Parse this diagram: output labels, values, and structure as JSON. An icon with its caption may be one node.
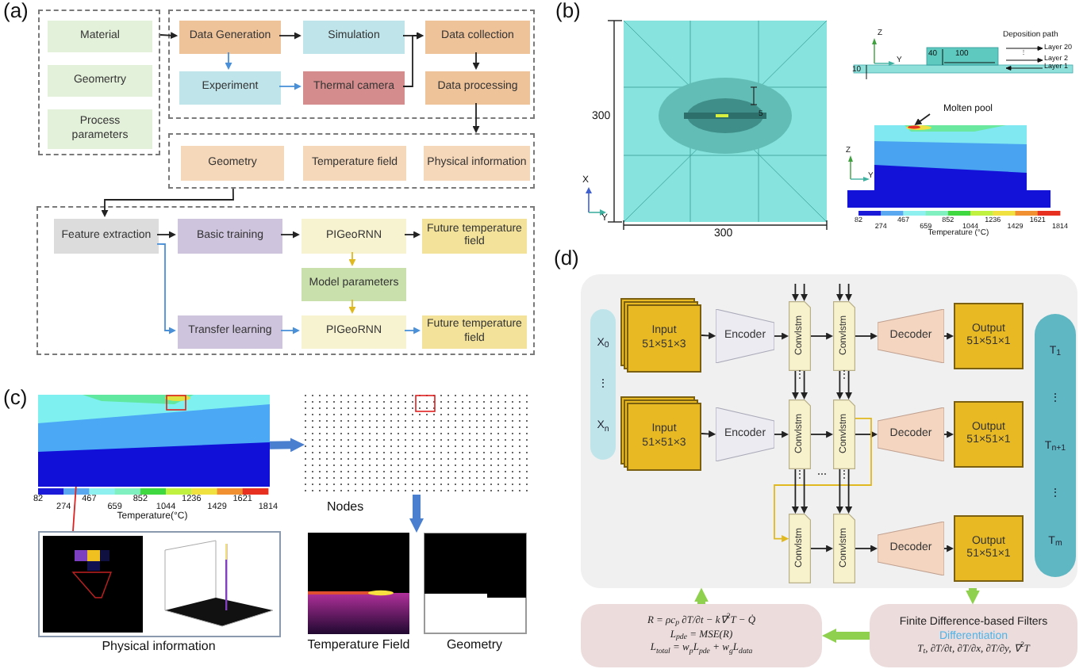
{
  "diagram": {
    "nodes": [
      {
        "text": [],
        "shape": "box"
      },
      {
        "text": [
          "Material"
        ],
        "in": 0
      },
      {
        "text": [
          "Geomertry"
        ],
        "in": 0
      },
      {
        "text": [
          "Process parameters"
        ],
        "in": 0
      },
      {
        "text": [],
        "shape": "box"
      },
      {
        "text": [
          "Data Generation"
        ],
        "in": 4
      },
      {
        "text": [
          "Simulation"
        ],
        "in": 4
      },
      {
        "text": [
          "Data collection"
        ],
        "in": 4
      },
      {
        "text": [
          "Experiment"
        ],
        "in": 4
      },
      {
        "text": [
          "Thermal camera"
        ],
        "in": 4
      },
      {
        "text": [
          "Data processing"
        ],
        "in": 4
      },
      {
        "text": [],
        "shape": "box"
      },
      {
        "text": [
          "Geometry"
        ],
        "in": 11
      },
      {
        "text": [
          "Temperature field"
        ],
        "in": 11
      },
      {
        "text": [
          "Physical information"
        ],
        "in": 11
      },
      {
        "text": [],
        "shape": "box"
      },
      {
        "text": [
          "Feature extraction"
        ],
        "in": 15
      },
      {
        "text": [
          "Basic training"
        ],
        "in": 15
      },
      {
        "text": [
          "PIGeoRNN"
        ],
        "in": 15
      },
      {
        "text": [
          "Future temperature field"
        ],
        "in": 15
      },
      {
        "text": [
          "Model parameters"
        ],
        "in": 15
      },
      {
        "text": [
          "Transfer learning"
        ],
        "in": 15
      },
      {
        "text": [
          "PIGeoRNN"
        ],
        "in": 15
      },
      {
        "text": [
          "Future temperature field"
        ],
        "in": 15
      },
      {
        "text": [],
        "shape": "picture"
      },
      {
        "text": [],
        "shape": "picture"
      },
      {
        "text": [
          "Molten pool"
        ]
      },
      {
        "text": [],
        "shape": "picture"
      },
      {
        "text": [],
        "shape": "picture",
        "beside": [
          "Nodes"
        ]
      },
      {
        "text": [],
        "shape": "picture",
        "beside": [
          "Physical information"
        ]
      },
      {
        "text": [],
        "shape": "picture",
        "beside": [
          "Temperature Field"
        ]
      },
      {
        "text": [],
        "shape": "picture",
        "beside": [
          "Geometry"
        ]
      },
      {
        "text": [],
        "shape": "box"
      },
      {
        "text": [
          "X$_{0}$",
          "⋮",
          "X$_{n}$"
        ],
        "in": 32
      },
      {
        "text": [
          "Input 51×51×3"
        ],
        "in": 32
      },
      {
        "text": [
          "Encoder"
        ],
        "in": 32
      },
      {
        "text": [
          "Convlstm"
        ],
        "in": 32
      },
      {
        "text": [
          "Convlstm"
        ],
        "in": 32
      },
      {
        "text": [
          "Decoder"
        ],
        "in": 32
      },
      {
        "text": [
          "Output 51×51×1"
        ],
        "in": 32
      },
      {
        "text": [
          "Input 51×51×3"
        ],
        "in": 32
      },
      {
        "text": [
          "Encoder"
        ],
        "in": 32
      },
      {
        "text": [
          "Convlstm"
        ],
        "in": 32
      },
      {
        "text": [
          "Convlstm"
        ],
        "in": 32
      },
      {
        "text": [
          "Decoder"
        ],
        "in": 32
      },
      {
        "text": [
          "Output 51×51×1"
        ],
        "in": 32
      },
      {
        "text": [
          "Convlstm"
        ],
        "in": 32
      },
      {
        "text": [
          "Convlstm"
        ],
        "in": 32
      },
      {
        "text": [
          "Decoder"
        ],
        "in": 32
      },
      {
        "text": [
          "Output 51×51×1"
        ],
        "in": 32
      },
      {
        "text": [
          "T$_{1}$",
          "⋮",
          "T$_{n+1}$",
          "⋮",
          "T$_{m}$"
        ],
        "in": 32
      },
      {
        "text": [
          "R = ρc$_{p}$ ∂T/∂t − k∇$^{2}$T − Q̇",
          "L$_{pde}$ = MSE(R)",
          "L$_{total}$ = w$_{p}$L$_{pde}$ + w$_{g}$L$_{data}$"
        ]
      },
      {
        "text": [
          "Finite Difference-based Filters",
          "Differentiation",
          "T$_{t}$, ∂T/∂t, ∂T/∂x, ∂T/∂y, ∇$^{2}$T"
        ]
      }
    ],
    "edges": [
      {
        "from": 0,
        "to": 5,
        "arrow": "to"
      },
      {
        "from": 5,
        "to": 6,
        "arrow": "to"
      },
      {
        "from": 5,
        "to": 8,
        "arrow": "to",
        "color": "#4a90d9"
      },
      {
        "from": 8,
        "to": 9,
        "arrow": "to",
        "color": "#4a90d9"
      },
      {
        "from": 6,
        "to": 7,
        "arrow": "to"
      },
      {
        "from": 9,
        "to": 7,
        "arrow": "to"
      },
      {
        "from": 7,
        "to": 10,
        "arrow": "to"
      },
      {
        "from": 10,
        "to": 11,
        "arrow": "to"
      },
      {
        "from": 11,
        "to": 16,
        "arrow": "to"
      },
      {
        "from": 16,
        "to": 17,
        "arrow": "to"
      },
      {
        "from": 17,
        "to": 18,
        "arrow": "to"
      },
      {
        "from": 18,
        "to": 19,
        "arrow": "to"
      },
      {
        "from": 18,
        "to": 20,
        "arrow": "to",
        "color": "#e0b820"
      },
      {
        "from": 20,
        "to": 22,
        "arrow": "to",
        "color": "#e0b820"
      },
      {
        "from": 16,
        "to": 21,
        "arrow": "to",
        "color": "#4a90d9"
      },
      {
        "from": 21,
        "to": 22,
        "arrow": "to",
        "color": "#4a90d9"
      },
      {
        "from": 22,
        "to": 23,
        "arrow": "to",
        "color": "#4a90d9"
      },
      {
        "from": 26,
        "to": 25,
        "arrow": "to"
      },
      {
        "from": 27,
        "to": 28,
        "arrow": "to",
        "style": "thick",
        "color": "#4a7fd0"
      },
      {
        "from": 27,
        "to": 29,
        "arrow": "none",
        "color": "#e02020"
      },
      {
        "from": 28,
        "to": 30,
        "arrow": "to",
        "style": "thick",
        "color": "#4a7fd0"
      },
      {
        "from": 28,
        "to": 31,
        "arrow": "to",
        "style": "thick",
        "color": "#4a7fd0"
      },
      {
        "from": 34,
        "to": 35,
        "arrow": "to"
      },
      {
        "from": 35,
        "to": 36,
        "arrow": "to"
      },
      {
        "from": 36,
        "to": 37,
        "arrow": "to"
      },
      {
        "from": 37,
        "to": 38,
        "arrow": "to"
      },
      {
        "from": 38,
        "to": 39,
        "arrow": "to"
      },
      {
        "from": 40,
        "to": 41,
        "arrow": "to"
      },
      {
        "from": 41,
        "to": 42,
        "arrow": "to"
      },
      {
        "from": 42,
        "to": 43,
        "arrow": "to"
      },
      {
        "from": 43,
        "to": 44,
        "arrow": "to"
      },
      {
        "from": 44,
        "to": 45,
        "arrow": "to"
      },
      {
        "from": 46,
        "to": 47,
        "arrow": "to"
      },
      {
        "from": 47,
        "to": 48,
        "arrow": "to"
      },
      {
        "from": 48,
        "to": 49,
        "arrow": "to"
      },
      {
        "from": 43,
        "to": 46,
        "arrow": "to",
        "color": "#e0b820"
      },
      {
        "from": 51,
        "to": 32,
        "arrow": "to",
        "style": "thick",
        "color": "#8fd14f"
      },
      {
        "from": 32,
        "to": 52,
        "arrow": "to",
        "style": "thick",
        "color": "#8fd14f"
      },
      {
        "from": 52,
        "to": 51,
        "arrow": "to",
        "style": "thick",
        "color": "#8fd14f"
      },
      {
        "from": null,
        "to": 36,
        "arrow": "to"
      },
      {
        "from": null,
        "to": 36,
        "arrow": "to"
      },
      {
        "from": null,
        "to": 37,
        "arrow": "to"
      },
      {
        "from": null,
        "to": 37,
        "arrow": "to"
      },
      {
        "from": 36,
        "to": 42,
        "arrow": "to"
      },
      {
        "from": 36,
        "to": 42,
        "arrow": "to"
      },
      {
        "from": 37,
        "to": 43,
        "arrow": "to"
      },
      {
        "from": 37,
        "to": 43,
        "arrow": "to"
      },
      {
        "from": 42,
        "to": 46,
        "arrow": "to"
      },
      {
        "from": 42,
        "to": 46,
        "arrow": "to"
      },
      {
        "from": 43,
        "to": 47,
        "arrow": "to"
      },
      {
        "from": 43,
        "to": 47,
        "arrow": "to"
      }
    ],
    "labels": [
      "(a)",
      "(b)",
      "300",
      "5",
      "X",
      "Y",
      "300",
      "Z",
      "Y",
      "10",
      "40",
      "100",
      "Deposition path",
      "Layer 20",
      "⋮",
      "Layer 2",
      "Layer 1",
      "Z",
      "Y",
      "82",
      "274",
      "467",
      "659",
      "852",
      "1044",
      "1236",
      "1429",
      "1621",
      "1814",
      "Temperature (°C)",
      "(c)",
      "82",
      "274",
      "467",
      "659",
      "852",
      "1044",
      "1236",
      "1429",
      "1621",
      "1814",
      "Temperature(°C)",
      "(d)",
      "⋮",
      "⋮",
      "⋮",
      "⋯",
      "⋮"
    ]
  }
}
